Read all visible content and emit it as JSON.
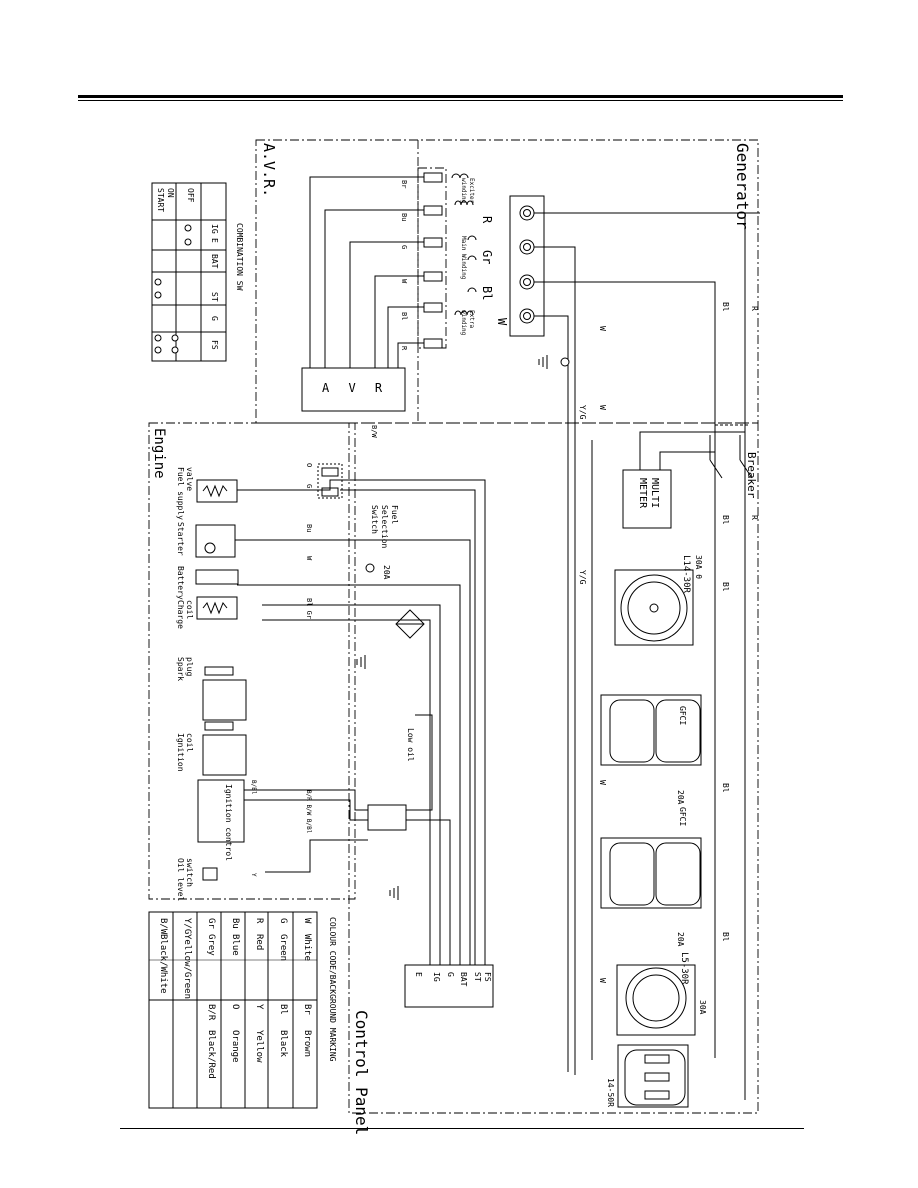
{
  "regions": {
    "avr": "A.V.R.",
    "generator": "Generator",
    "engine": "Engine",
    "control_panel": "Control Panel"
  },
  "avr_box": "A V R",
  "windings": {
    "exciter": [
      "Exciter",
      "winding"
    ],
    "main": "Main Winding",
    "extra": [
      "Extra",
      "winding"
    ]
  },
  "avr_terminal_colors": [
    "Br",
    "Bu",
    "G",
    "W",
    "Bl",
    "R"
  ],
  "generator_leads": [
    "R",
    "Gr",
    "Bl",
    "W"
  ],
  "wire_labels": {
    "w": "W",
    "bl": "Bl",
    "r": "R",
    "yg": "Y/G",
    "bu": "Bu",
    "gr": "Gr",
    "br": "Br",
    "o": "O",
    "y": "Y",
    "bw": "B/W",
    "bbl": "B/Bl",
    "b_r_b_w_b_bl": "B/R B/W B/Bl",
    "g": "G",
    "bu_gr": "Bl Gr"
  },
  "components": {
    "breaker": "Breaker",
    "multimeter": [
      "MULTI",
      "METER"
    ],
    "l14_30r": "L14-30R",
    "l5_30r": "L5-30R",
    "l14_50r": "14-50R",
    "gfci": "GFCI",
    "fuel_supply_valve": [
      "Fuel supply",
      "valve"
    ],
    "fuel_selection_switch": [
      "Fuel",
      "Selection",
      "Switch"
    ],
    "starter": "Starter",
    "battery": "Battery",
    "charge_coil": [
      "Charge",
      "coil"
    ],
    "spark_plug": [
      "Spark",
      "plug"
    ],
    "ignition_coil": [
      "Ignition",
      "coil"
    ],
    "ignition_control": "Ignition control",
    "oil_level_switch": [
      "Oil level",
      "switch"
    ],
    "low_oil": "Low oil",
    "fuse_20a": "20A"
  },
  "ratings": {
    "r30a": "30A",
    "r20a": "20A",
    "r30ab": "30A θ",
    "r20ab": "20A θ",
    "theta": "θ"
  },
  "switch_terminals": [
    "FS",
    "ST",
    "BAT",
    "G",
    "IG",
    "E"
  ],
  "combination_switch": {
    "title": "COMBINATION SW",
    "columns": [
      "IG",
      "E",
      "BAT",
      "ST",
      "G",
      "FS"
    ],
    "rows": [
      "OFF",
      "ON",
      "START"
    ]
  },
  "colour_table": {
    "title": "COLOUR CODE/BACKGROUND MARKING",
    "entries": [
      [
        "W",
        "White",
        "Br",
        "Brown"
      ],
      [
        "G",
        "Green",
        "Bl",
        "Black"
      ],
      [
        "R",
        "Red",
        "Y",
        "Yellow"
      ],
      [
        "Bu",
        "Blue",
        "O",
        "Orange"
      ],
      [
        "Gr",
        "Grey",
        "B/R",
        "Black/Red"
      ],
      [
        "Y/G",
        "Yellow/Green",
        "",
        ""
      ],
      [
        "B/W",
        "Black/White",
        "",
        ""
      ]
    ]
  }
}
